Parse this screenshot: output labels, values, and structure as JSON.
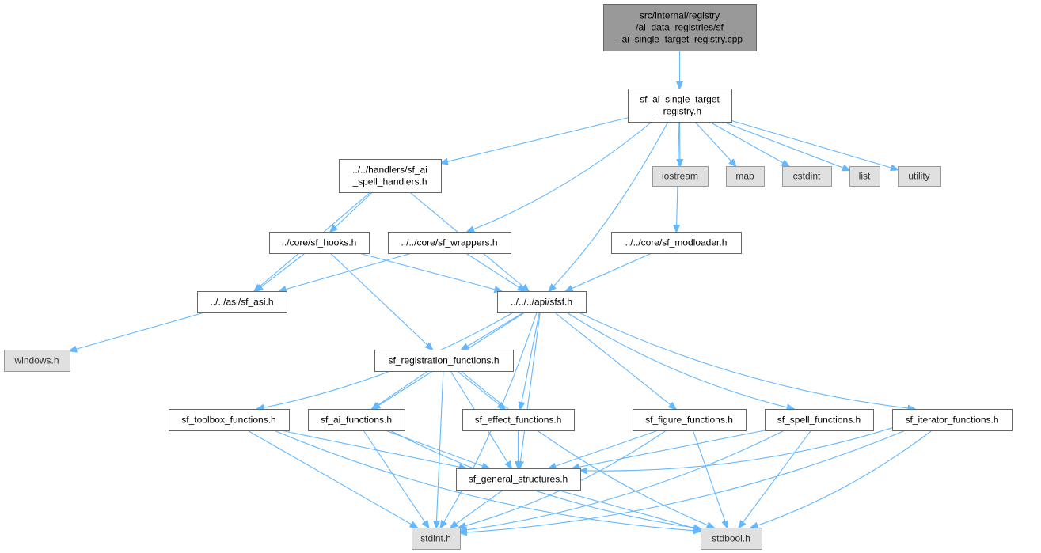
{
  "diagram": {
    "type": "include-dependency-graph",
    "nodes": [
      {
        "id": "root",
        "lines": [
          "src/internal/registry",
          "/ai_data_registries/sf",
          "_ai_single_target_registry.cpp"
        ],
        "kind": "root"
      },
      {
        "id": "reg_h",
        "lines": [
          "sf_ai_single_target",
          "_registry.h"
        ],
        "kind": "local"
      },
      {
        "id": "handlers",
        "lines": [
          "../../handlers/sf_ai",
          "_spell_handlers.h"
        ],
        "kind": "local"
      },
      {
        "id": "iostream",
        "lines": [
          "iostream"
        ],
        "kind": "system"
      },
      {
        "id": "map",
        "lines": [
          "map"
        ],
        "kind": "system"
      },
      {
        "id": "cstdint",
        "lines": [
          "cstdint"
        ],
        "kind": "system"
      },
      {
        "id": "list",
        "lines": [
          "list"
        ],
        "kind": "system"
      },
      {
        "id": "utility",
        "lines": [
          "utility"
        ],
        "kind": "system"
      },
      {
        "id": "hooks",
        "lines": [
          "../core/sf_hooks.h"
        ],
        "kind": "local"
      },
      {
        "id": "wrappers",
        "lines": [
          "../../core/sf_wrappers.h"
        ],
        "kind": "local"
      },
      {
        "id": "modloader",
        "lines": [
          "../../core/sf_modloader.h"
        ],
        "kind": "local"
      },
      {
        "id": "asi",
        "lines": [
          "../../asi/sf_asi.h"
        ],
        "kind": "local"
      },
      {
        "id": "sfsf",
        "lines": [
          "../../../api/sfsf.h"
        ],
        "kind": "local"
      },
      {
        "id": "windows",
        "lines": [
          "windows.h"
        ],
        "kind": "system"
      },
      {
        "id": "regfn",
        "lines": [
          "sf_registration_functions.h"
        ],
        "kind": "local"
      },
      {
        "id": "toolbox",
        "lines": [
          "sf_toolbox_functions.h"
        ],
        "kind": "local"
      },
      {
        "id": "aifn",
        "lines": [
          "sf_ai_functions.h"
        ],
        "kind": "local"
      },
      {
        "id": "effect",
        "lines": [
          "sf_effect_functions.h"
        ],
        "kind": "local"
      },
      {
        "id": "figure",
        "lines": [
          "sf_figure_functions.h"
        ],
        "kind": "local"
      },
      {
        "id": "spell",
        "lines": [
          "sf_spell_functions.h"
        ],
        "kind": "local"
      },
      {
        "id": "iterator",
        "lines": [
          "sf_iterator_functions.h"
        ],
        "kind": "local"
      },
      {
        "id": "general",
        "lines": [
          "sf_general_structures.h"
        ],
        "kind": "local"
      },
      {
        "id": "stdint",
        "lines": [
          "stdint.h"
        ],
        "kind": "system"
      },
      {
        "id": "stdbool",
        "lines": [
          "stdbool.h"
        ],
        "kind": "system"
      }
    ],
    "edges": [
      [
        "root",
        "reg_h"
      ],
      [
        "reg_h",
        "handlers"
      ],
      [
        "reg_h",
        "iostream"
      ],
      [
        "reg_h",
        "map"
      ],
      [
        "reg_h",
        "cstdint"
      ],
      [
        "reg_h",
        "list"
      ],
      [
        "reg_h",
        "utility"
      ],
      [
        "reg_h",
        "wrappers"
      ],
      [
        "reg_h",
        "sfsf"
      ],
      [
        "reg_h",
        "modloader"
      ],
      [
        "handlers",
        "hooks"
      ],
      [
        "handlers",
        "asi"
      ],
      [
        "handlers",
        "sfsf"
      ],
      [
        "hooks",
        "asi"
      ],
      [
        "hooks",
        "sfsf"
      ],
      [
        "hooks",
        "regfn"
      ],
      [
        "wrappers",
        "asi"
      ],
      [
        "wrappers",
        "sfsf"
      ],
      [
        "modloader",
        "sfsf"
      ],
      [
        "asi",
        "windows"
      ],
      [
        "sfsf",
        "regfn"
      ],
      [
        "sfsf",
        "toolbox"
      ],
      [
        "sfsf",
        "aifn"
      ],
      [
        "sfsf",
        "effect"
      ],
      [
        "sfsf",
        "figure"
      ],
      [
        "sfsf",
        "spell"
      ],
      [
        "sfsf",
        "iterator"
      ],
      [
        "sfsf",
        "general"
      ],
      [
        "sfsf",
        "stdint"
      ],
      [
        "regfn",
        "aifn"
      ],
      [
        "regfn",
        "effect"
      ],
      [
        "regfn",
        "general"
      ],
      [
        "regfn",
        "stdint"
      ],
      [
        "regfn",
        "stdbool"
      ],
      [
        "toolbox",
        "general"
      ],
      [
        "toolbox",
        "stdint"
      ],
      [
        "toolbox",
        "stdbool"
      ],
      [
        "aifn",
        "general"
      ],
      [
        "aifn",
        "stdint"
      ],
      [
        "aifn",
        "stdbool"
      ],
      [
        "effect",
        "general"
      ],
      [
        "figure",
        "general"
      ],
      [
        "figure",
        "stdint"
      ],
      [
        "figure",
        "stdbool"
      ],
      [
        "spell",
        "general"
      ],
      [
        "spell",
        "stdint"
      ],
      [
        "spell",
        "stdbool"
      ],
      [
        "iterator",
        "general"
      ],
      [
        "iterator",
        "stdint"
      ],
      [
        "iterator",
        "stdbool"
      ],
      [
        "general",
        "stdint"
      ],
      [
        "general",
        "stdbool"
      ]
    ]
  },
  "colors": {
    "edge": "#63b8ff",
    "root_fill": "#999999",
    "system_fill": "#e0e0e0",
    "local_fill": "#ffffff",
    "border": "#666666"
  }
}
